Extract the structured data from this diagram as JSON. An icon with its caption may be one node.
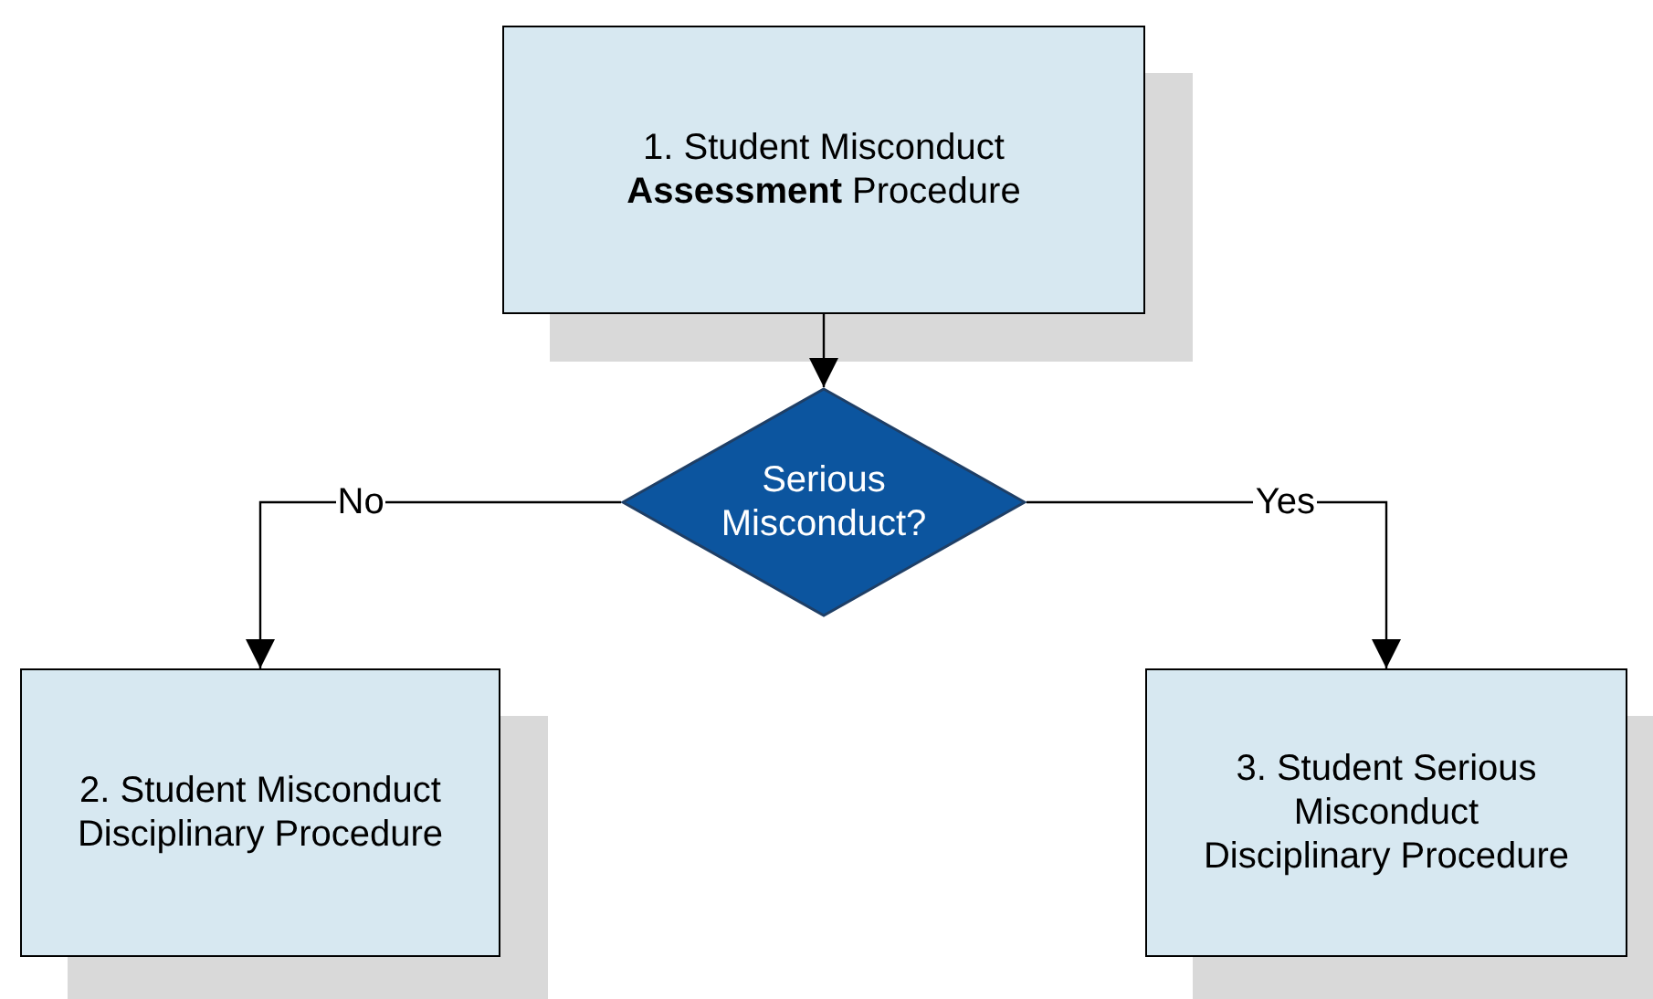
{
  "diagram": {
    "nodes": [
      {
        "text": [
          "1. Student Misconduct **Assessment** Procedure"
        ]
      },
      {
        "text": [
          "Serious Misconduct?"
        ]
      },
      {
        "text": [
          "2. Student Misconduct Disciplinary Procedure"
        ]
      },
      {
        "text": [
          "3. Student Serious Misconduct Disciplinary Procedure"
        ]
      }
    ],
    "edges": [
      {
        "from": 0,
        "to": 1,
        "arrow": "to"
      },
      {
        "from": 1,
        "to": 2,
        "arrow": "to",
        "label": "No"
      },
      {
        "from": 1,
        "to": 3,
        "arrow": "to",
        "label": "Yes"
      }
    ]
  }
}
